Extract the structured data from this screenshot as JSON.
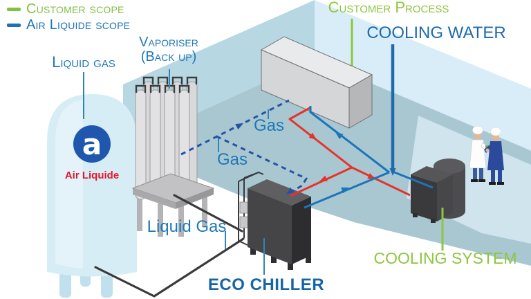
{
  "legend": {
    "items": [
      {
        "label": "Customer scope",
        "color": "#7dc242"
      },
      {
        "label": "Air Liquide scope",
        "color": "#1e73b8"
      }
    ]
  },
  "labels": {
    "tank": "Liquid gas",
    "vaporiser_name": "Vaporiser",
    "vaporiser_note": "(Back up)",
    "customer_process": "Customer Process",
    "cooling_water": "COOLING WATER",
    "gas_upper": "Gas",
    "gas_lower": "Gas",
    "liquid_gas_pipe": "Liquid Gas",
    "eco_chiller": "ECO CHILLER",
    "cooling_system": "COOLING SYSTEM"
  },
  "logo": {
    "mark": "a",
    "brand": "Air Liquide"
  },
  "colors": {
    "customer_scope_green": "#7dc242",
    "air_liquide_blue": "#1e73b8",
    "label_blue": "#1e79b8",
    "cooling_water_blue": "#1c6bad",
    "eco_chiller_blue": "#1565a8",
    "process_green": "#8dc63f",
    "gas_dash_blue": "#2553a4",
    "pipe_red": "#e63329",
    "pipe_blue": "#1b75bb",
    "pipe_black": "#3a3a3a",
    "wall_left": "#b7d7e3",
    "wall_right": "#d8edf8",
    "floor": "#a8c7d1",
    "floor_light": "#cfe4ec",
    "brand_red": "#e1182d",
    "logo_blue": "#2057ae"
  }
}
